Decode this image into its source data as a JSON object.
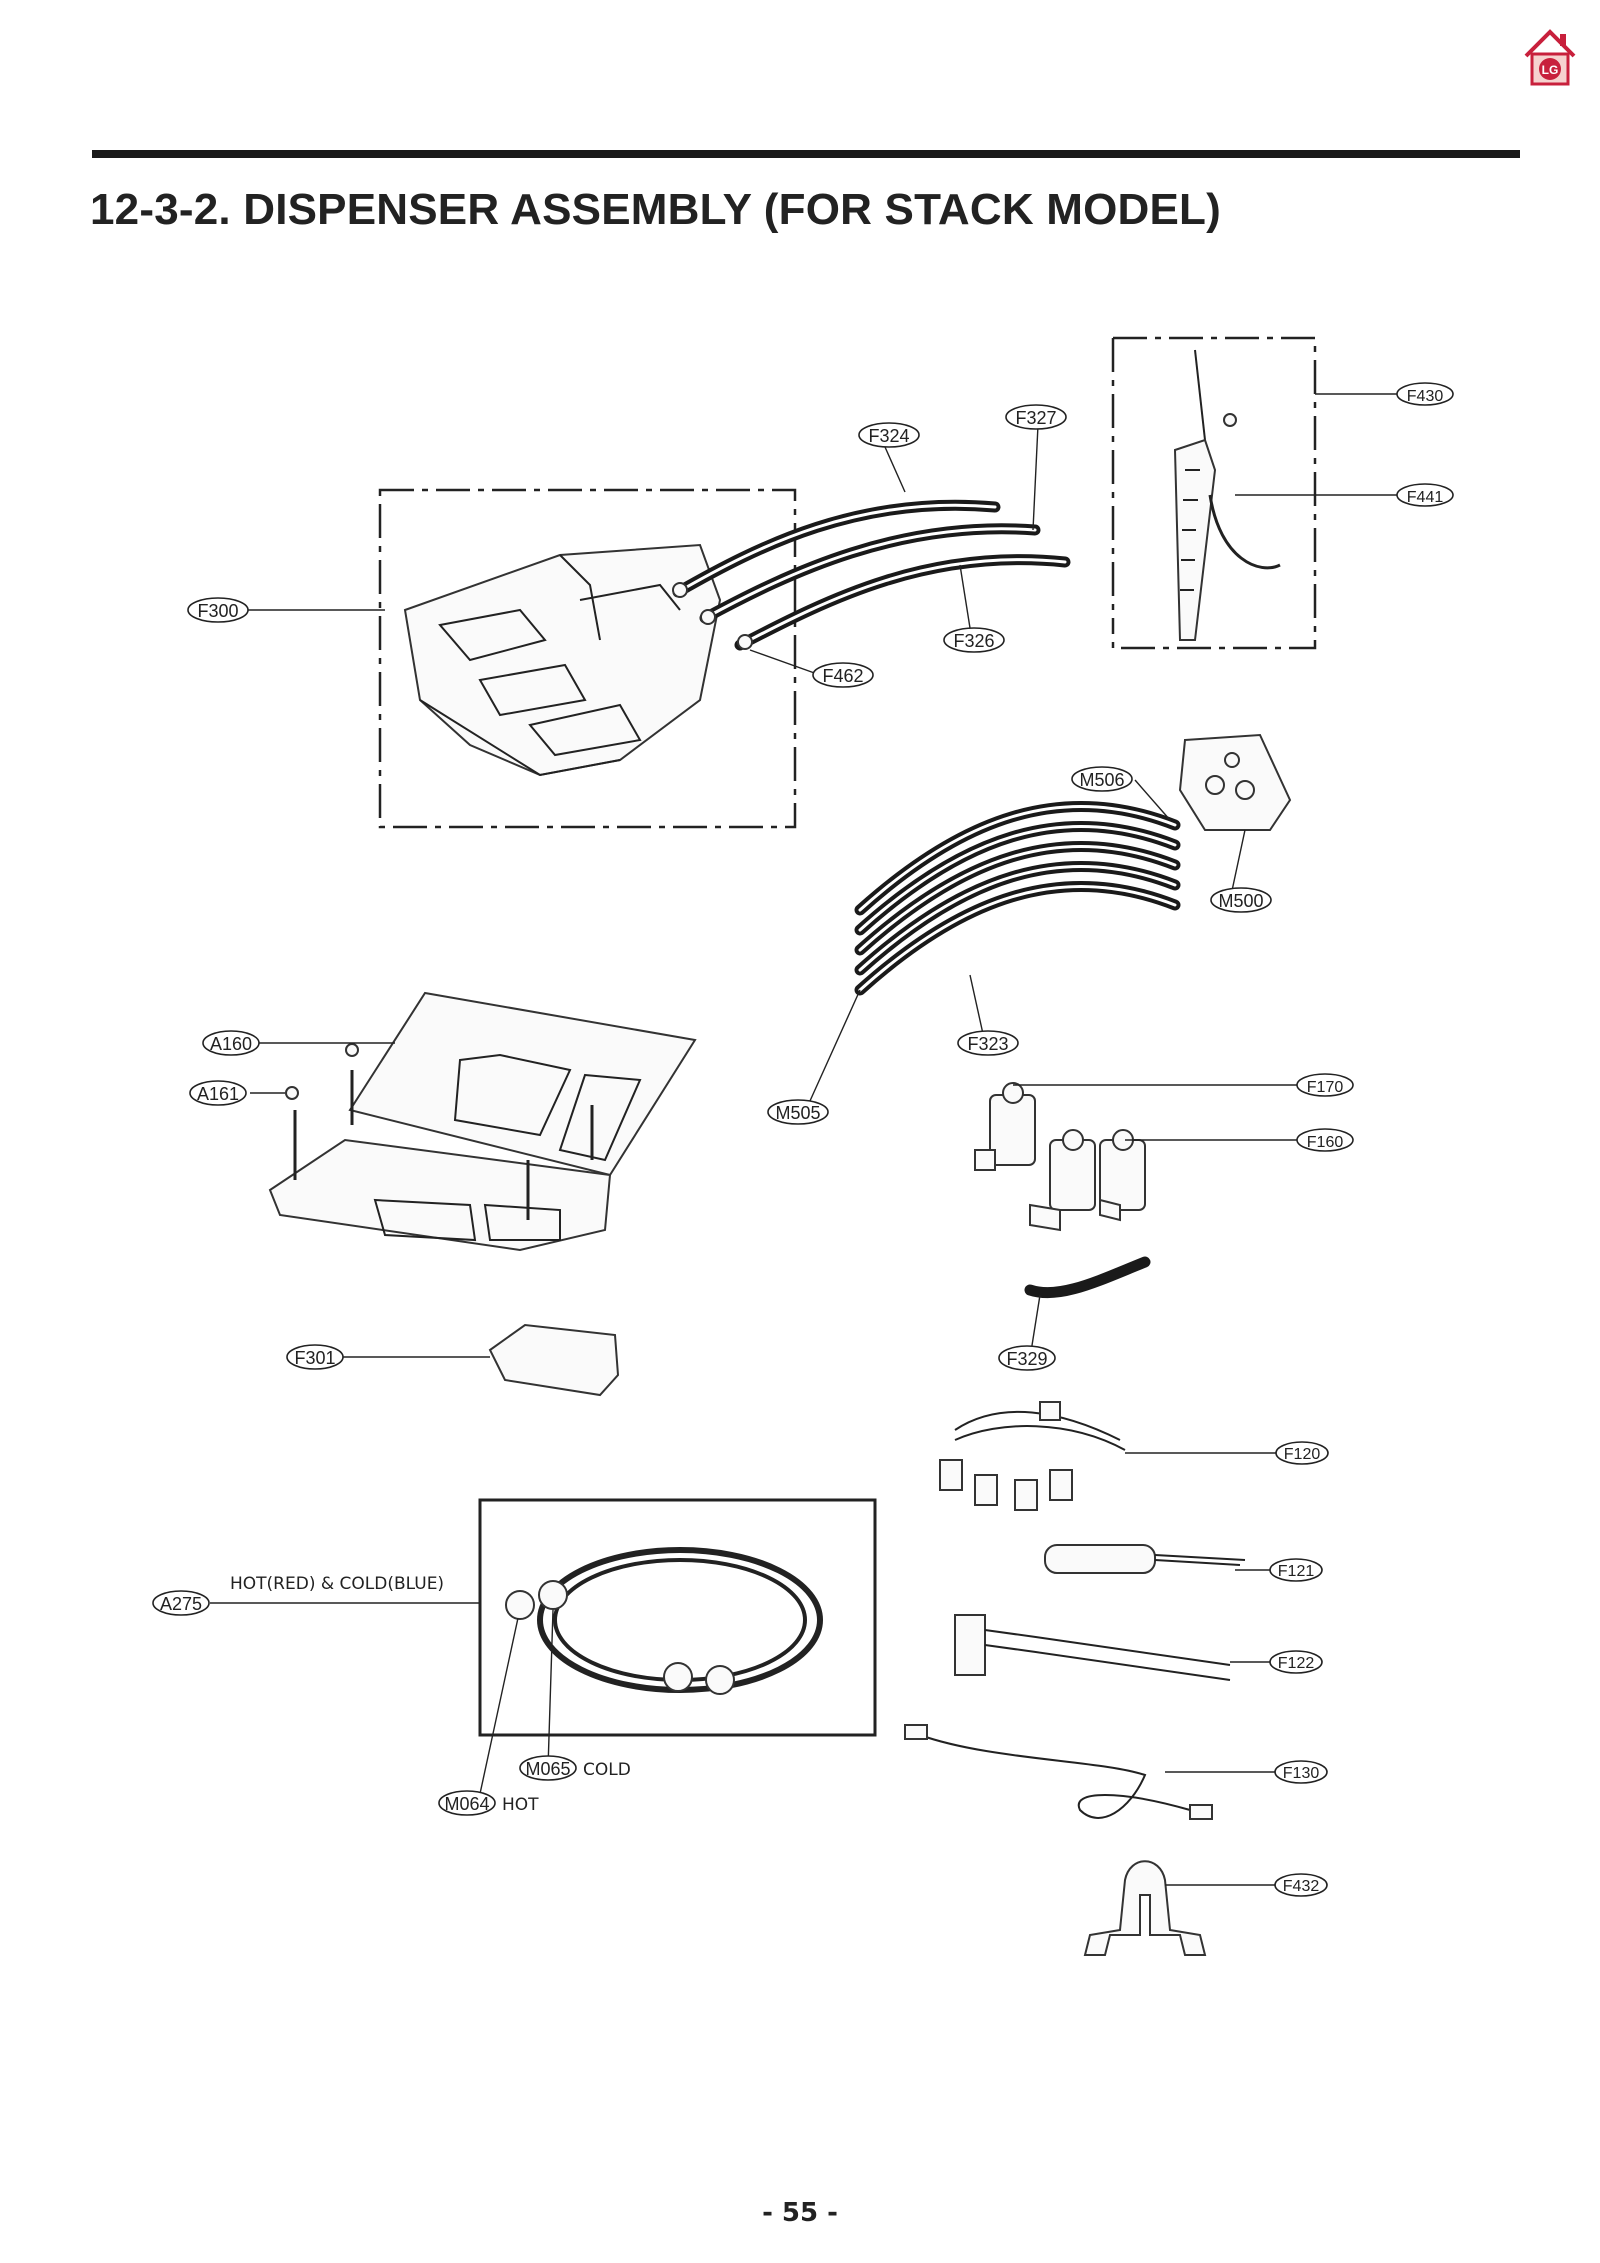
{
  "page": {
    "title": "12-3-2. DISPENSER ASSEMBLY (FOR STACK MODEL)",
    "page_number": "- 55 -"
  },
  "logo": {
    "icon": "lg-home-icon",
    "text": "LG",
    "color": "#c8203c"
  },
  "callouts": {
    "F300": "F300",
    "F324": "F324",
    "F327": "F327",
    "F326": "F326",
    "F462": "F462",
    "F430": "F430",
    "F441": "F441",
    "M506": "M506",
    "M500": "M500",
    "F323": "F323",
    "M505": "M505",
    "A160": "A160",
    "A161": "A161",
    "F170": "F170",
    "F160": "F160",
    "F301": "F301",
    "F329": "F329",
    "F120": "F120",
    "F121": "F121",
    "F122": "F122",
    "F130": "F130",
    "F432": "F432",
    "A275": "A275",
    "M065": "M065",
    "M064": "M064"
  },
  "notes": {
    "hose_color": "HOT(RED) & COLD(BLUE)",
    "cold": "COLD",
    "hot": "HOT"
  }
}
